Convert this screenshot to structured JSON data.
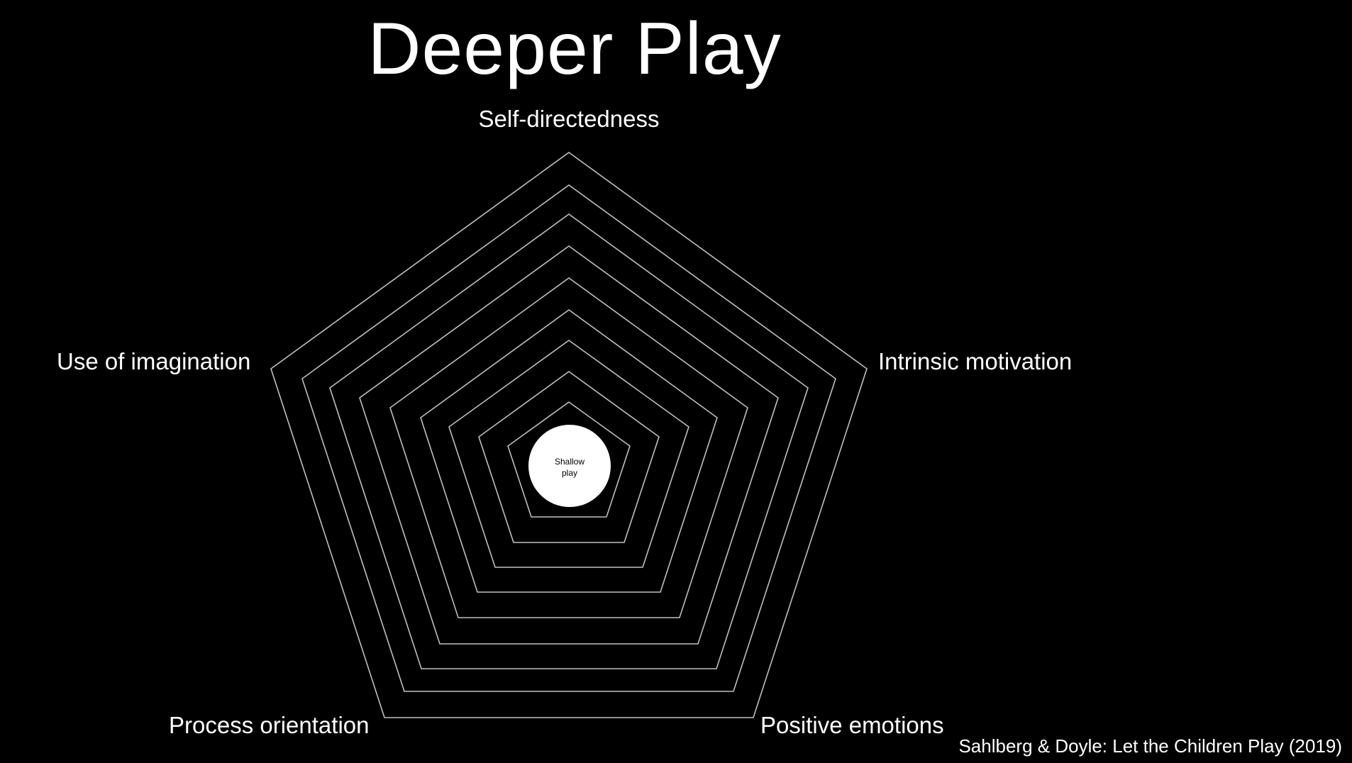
{
  "title": "Deeper Play",
  "dimensions": {
    "top": "Self-directedness",
    "upper_right": "Intrinsic motivation",
    "lower_right": "Positive emotions",
    "lower_left": "Process orientation",
    "upper_left": "Use of imagination"
  },
  "center": {
    "line1": "Shallow",
    "line2": "play"
  },
  "citation": "Sahlberg & Doyle: Let the Children Play (2019)",
  "colors": {
    "background": "#000000",
    "text": "#ffffff",
    "rings": "#bfbfbf",
    "center_fill": "#ffffff"
  }
}
